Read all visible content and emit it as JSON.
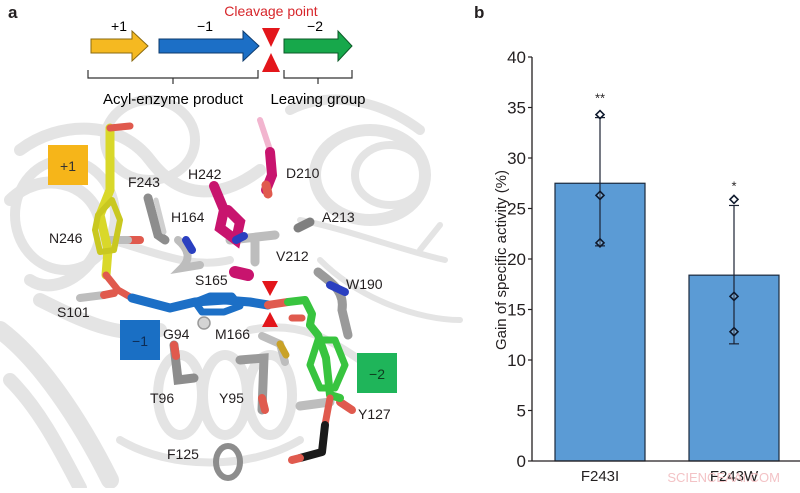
{
  "panel_a": {
    "letter": "a",
    "scheme": {
      "cleavage_label": "Cleavage point",
      "segments": [
        {
          "label": "+1",
          "color": "#f5b921"
        },
        {
          "label": "−1",
          "color": "#1c6fc6"
        },
        {
          "label": "−2",
          "color": "#17a84b"
        }
      ],
      "bracket_left": "Acyl-enzyme product",
      "bracket_right": "Leaving group",
      "cleavage_color": "#e3161b"
    },
    "subsite_boxes": [
      {
        "label": "+1",
        "color": "#f6b519"
      },
      {
        "label": "−1",
        "color": "#1a6fc4"
      },
      {
        "label": "−2",
        "color": "#1fb55a"
      }
    ],
    "residues": [
      "F243",
      "H242",
      "D210",
      "H164",
      "A213",
      "N246",
      "V212",
      "W190",
      "S165",
      "S101",
      "G94",
      "M166",
      "T96",
      "Y95",
      "Y127",
      "F125"
    ]
  },
  "panel_b": {
    "letter": "b",
    "watermark": "SCIENCEAAI.COM"
  },
  "chart_data": {
    "type": "bar",
    "title": "",
    "xlabel": "",
    "ylabel": "Gain of specific activity (%)",
    "categories": [
      "F243I",
      "F243W"
    ],
    "values": [
      27.5,
      18.4
    ],
    "error_bars": [
      {
        "low": 21.3,
        "high": 34.0
      },
      {
        "low": 11.6,
        "high": 25.3
      }
    ],
    "data_points": [
      [
        34.3,
        26.3,
        21.6
      ],
      [
        25.9,
        16.3,
        12.8
      ]
    ],
    "significance": [
      "**",
      "*"
    ],
    "ylim": [
      0,
      40
    ],
    "yticks": [
      0,
      5,
      10,
      15,
      20,
      25,
      30,
      35,
      40
    ],
    "bar_color": "#5b9bd5",
    "grid": false,
    "legend": null
  }
}
